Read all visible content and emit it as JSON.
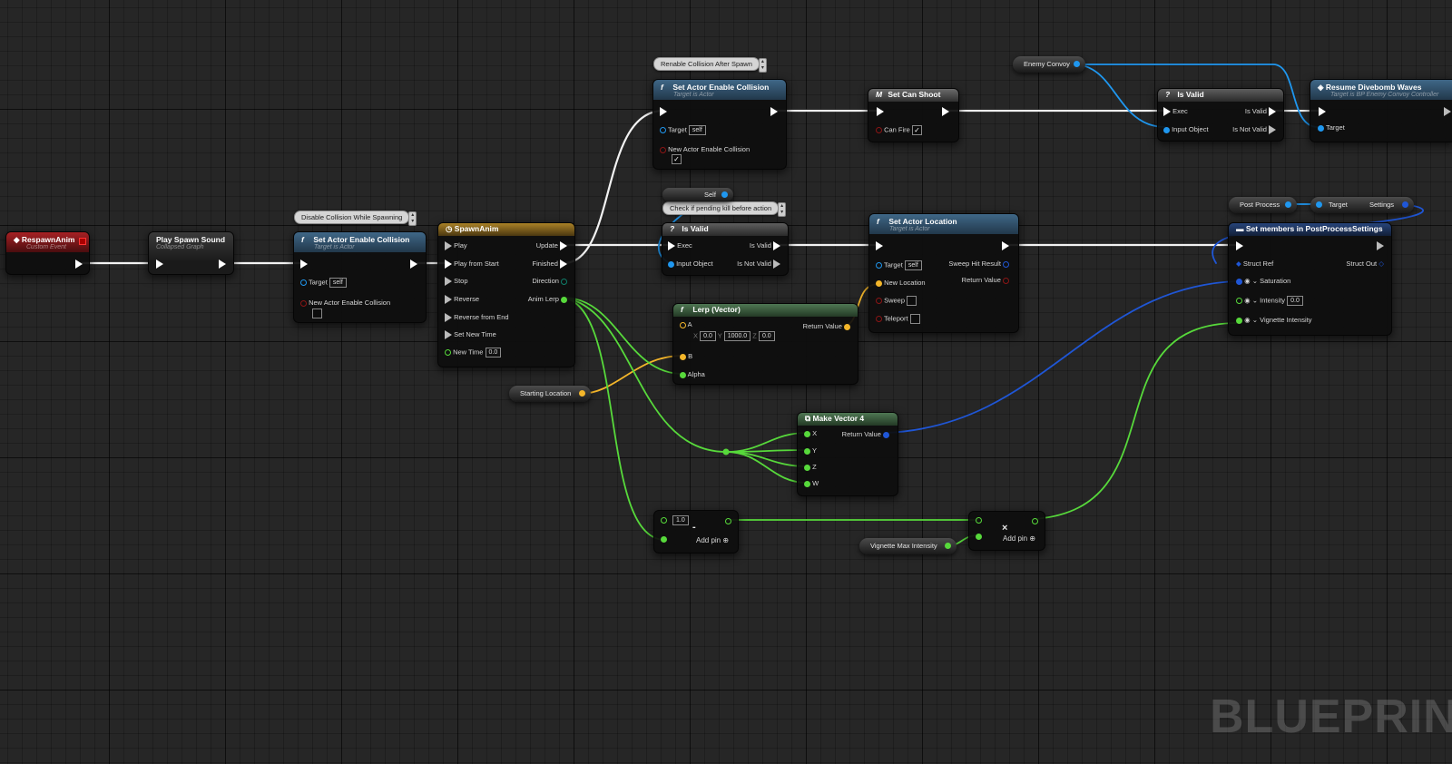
{
  "nodes": {
    "respawn_anim": {
      "title": "RespawnAnim",
      "subtitle": "Custom Event"
    },
    "play_spawn_sound": {
      "title": "Play Spawn Sound",
      "subtitle": "Collapsed Graph"
    },
    "set_collision_1": {
      "title": "Set Actor Enable Collision",
      "subtitle": "Target is Actor",
      "target_label": "Target",
      "target_value": "self",
      "param_label": "New Actor Enable Collision",
      "checked": ""
    },
    "spawn_anim": {
      "title": "SpawnAnim",
      "inputs": [
        "Play",
        "Play from Start",
        "Stop",
        "Reverse",
        "Reverse from End",
        "Set New Time"
      ],
      "new_time_label": "New Time",
      "new_time_value": "0.0",
      "out_update": "Update",
      "out_finished": "Finished",
      "out_direction": "Direction",
      "out_anim_lerp": "Anim Lerp"
    },
    "set_collision_2": {
      "title": "Set Actor Enable Collision",
      "subtitle": "Target is Actor",
      "target_label": "Target",
      "target_value": "self",
      "param_label": "New Actor Enable Collision",
      "checked": "✓"
    },
    "self_var": {
      "label": "Self"
    },
    "is_valid_1": {
      "title": "Is Valid",
      "exec": "Exec",
      "input_object": "Input Object",
      "is_valid": "Is Valid",
      "is_not_valid": "Is Not Valid"
    },
    "lerp_vector": {
      "title": "Lerp (Vector)",
      "a_label": "A",
      "a_x": "0.0",
      "a_y": "1000.0",
      "a_z": "0.0",
      "x_label": "X",
      "y_label": "Y",
      "z_label": "Z",
      "b_label": "B",
      "alpha_label": "Alpha",
      "return_value": "Return Value"
    },
    "starting_location": {
      "label": "Starting Location"
    },
    "set_can_shoot": {
      "title": "Set Can Shoot",
      "param": "Can Fire",
      "checked": "✓"
    },
    "set_actor_location": {
      "title": "Set Actor Location",
      "subtitle": "Target is Actor",
      "target_label": "Target",
      "target_value": "self",
      "new_location": "New Location",
      "sweep": "Sweep",
      "teleport": "Teleport",
      "sweep_hit": "Sweep Hit Result",
      "return_value": "Return Value"
    },
    "make_vector4": {
      "title": "Make Vector 4",
      "x": "X",
      "y": "Y",
      "z": "Z",
      "w": "W",
      "return_value": "Return Value"
    },
    "subtract": {
      "symbol": "-",
      "value": "1.0",
      "add_pin": "Add pin"
    },
    "multiply": {
      "symbol": "×",
      "add_pin": "Add pin"
    },
    "vignette_max": {
      "label": "Vignette Max Intensity"
    },
    "enemy_convoy": {
      "label": "Enemy Convoy"
    },
    "is_valid_2": {
      "title": "Is Valid",
      "exec": "Exec",
      "input_object": "Input Object",
      "is_valid": "Is Valid",
      "is_not_valid": "Is Not Valid"
    },
    "resume_divebomb": {
      "title": "Resume Divebomb Waves",
      "subtitle": "Target is BP Enemy Convoy Controller",
      "target": "Target"
    },
    "post_process": {
      "label": "Post Process"
    },
    "settings_getter": {
      "target": "Target",
      "settings": "Settings"
    },
    "set_members": {
      "title": "Set members in PostProcessSettings",
      "struct_ref": "Struct Ref",
      "struct_out": "Struct Out",
      "saturation": "Saturation",
      "intensity": "Intensity",
      "intensity_value": "0.0",
      "vignette": "Vignette Intensity"
    }
  },
  "comments": {
    "disable_collision": "Disable Collision While Spawning",
    "renable_collision": "Renable Collision After Spawn",
    "check_pending_kill": "Check if pending kill before action"
  },
  "icons": {
    "function": "f",
    "macro": "M",
    "question": "?",
    "timeline": "clock-icon",
    "event": "diamond-icon"
  },
  "colors": {
    "exec": "#ffffff",
    "float": "#57d93b",
    "vector": "#f4b62a",
    "object": "#1f97ef",
    "struct": "#1f56d6",
    "bool": "#8b1515"
  },
  "watermark": "BLUEPRINT"
}
